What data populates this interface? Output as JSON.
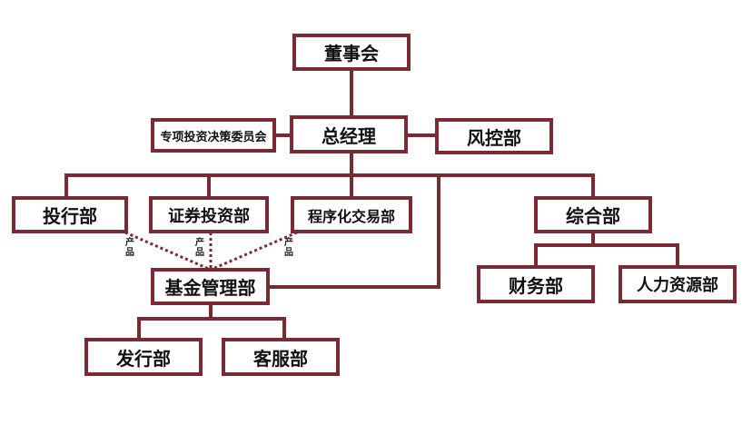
{
  "org": {
    "board": "董事会",
    "ceo": "总经理",
    "committee": "专项投资决策委员会",
    "risk": "风控部",
    "investment": "投行部",
    "securities": "证券投资部",
    "quant": "程序化交易部",
    "general": "综合部",
    "fund": "基金管理部",
    "finance": "财务部",
    "hr": "人力资源部",
    "issuance": "发行部",
    "service": "客服部"
  },
  "product_label": "产品",
  "colors": {
    "border": "#7a2a33",
    "line": "#7a2a33",
    "dotted": "#7a2a33"
  }
}
